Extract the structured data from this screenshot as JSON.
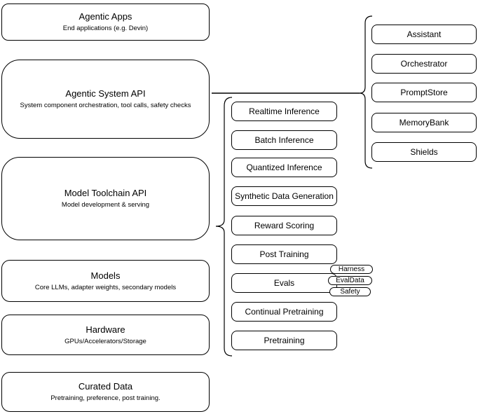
{
  "diagram": {
    "colors": {
      "background": "#ffffff",
      "stroke": "#000000",
      "fill": "#ffffff",
      "text": "#000000"
    },
    "left_stack": [
      {
        "title": "Agentic Apps",
        "subtitle": "End applications (e.g. Devin)"
      },
      {
        "title": "Agentic System API",
        "subtitle": "System component orchestration, tool calls, safety checks"
      },
      {
        "title": "Model Toolchain API",
        "subtitle": "Model development & serving"
      },
      {
        "title": "Models",
        "subtitle": "Core LLMs, adapter weights, secondary models"
      },
      {
        "title": "Hardware",
        "subtitle": "GPUs/Accelerators/Storage"
      },
      {
        "title": "Curated Data",
        "subtitle": "Pretraining, preference, post training."
      }
    ],
    "middle_stack": [
      {
        "label": "Realtime Inference"
      },
      {
        "label": "Batch Inference"
      },
      {
        "label": "Quantized Inference"
      },
      {
        "label": "Synthetic Data Generation"
      },
      {
        "label": "Reward Scoring"
      },
      {
        "label": "Post Training"
      },
      {
        "label": "Evals"
      },
      {
        "label": "Continual Pretraining"
      },
      {
        "label": "Pretraining"
      }
    ],
    "evals_tags": [
      {
        "label": "Harness"
      },
      {
        "label": "EvalData"
      },
      {
        "label": "Safety"
      }
    ],
    "right_stack": [
      {
        "label": "Assistant"
      },
      {
        "label": "Orchestrator"
      },
      {
        "label": "PromptStore"
      },
      {
        "label": "MemoryBank"
      },
      {
        "label": "Shields"
      }
    ]
  }
}
